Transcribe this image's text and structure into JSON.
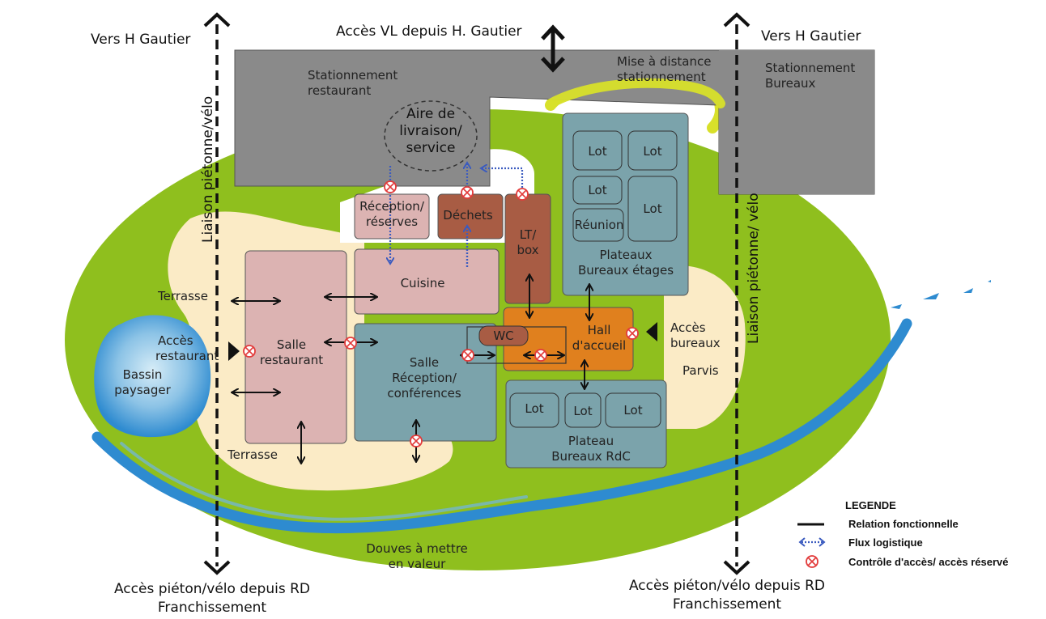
{
  "colors": {
    "green": "#8fbf1e",
    "water": "#2e8bd0",
    "sand": "#fbebc6",
    "parking": "#8a8a8a",
    "pink": "#dcb3b2",
    "brown": "#a85c44",
    "orange": "#e0801e",
    "teal": "#7ba3ab",
    "hedge": "#d8e02a",
    "control": "#e23b3b"
  },
  "labels": {
    "vers_left": "Vers H Gautier",
    "vers_right": "Vers H Gautier",
    "acces_vl": "Accès VL depuis H. Gautier",
    "mise_distance_1": "Mise à distance",
    "mise_distance_2": "stationnement",
    "stat_resto_1": "Stationnement",
    "stat_resto_2": "restaurant",
    "stat_bureaux_1": "Stationnement",
    "stat_bureaux_2": "Bureaux",
    "aire_1": "Aire de",
    "aire_2": "livraison/",
    "aire_3": "service",
    "liaison_left": "Liaison piétonne/vélo",
    "liaison_right": "Liaison piétonne/ vélo",
    "reception_1": "Réception/",
    "reception_2": "réserves",
    "dechets": "Déchets",
    "lt_1": "LT/",
    "lt_2": "box",
    "lot": "Lot",
    "reunion": "Réunion",
    "plateaux_1": "Plateaux",
    "plateaux_2": "Bureaux étages",
    "cuisine": "Cuisine",
    "terrasse_top": "Terrasse",
    "terrasse_bottom": "Terrasse",
    "acces_resto_1": "Accès",
    "acces_resto_2": "restaurant",
    "bassin_1": "Bassin",
    "bassin_2": "paysager",
    "salle_resto_1": "Salle",
    "salle_resto_2": "restaurant",
    "salle_recep_1": "Salle",
    "salle_recep_2": "Réception/",
    "salle_recep_3": "conférences",
    "wc": "WC",
    "hall_1": "Hall",
    "hall_2": "d'accueil",
    "acces_bureaux_1": "Accès",
    "acces_bureaux_2": "bureaux",
    "parvis": "Parvis",
    "plateau_rdc_1": "Plateau",
    "plateau_rdc_2": "Bureaux RdC",
    "douves_1": "Douves à mettre",
    "douves_2": "en valeur",
    "bottom_left_1": "Accès piéton/vélo depuis RD",
    "bottom_left_2": "Franchissement",
    "bottom_right_1": "Accès piéton/vélo depuis RD",
    "bottom_right_2": "Franchissement"
  },
  "legend": {
    "title": "LEGENDE",
    "items": [
      {
        "label": "Relation fonctionnelle",
        "symbol": "solid-line"
      },
      {
        "label": "Flux logistique",
        "symbol": "dotted-arrow"
      },
      {
        "label": "Contrôle d'accès/ accès réservé",
        "symbol": "control-icon"
      }
    ]
  }
}
